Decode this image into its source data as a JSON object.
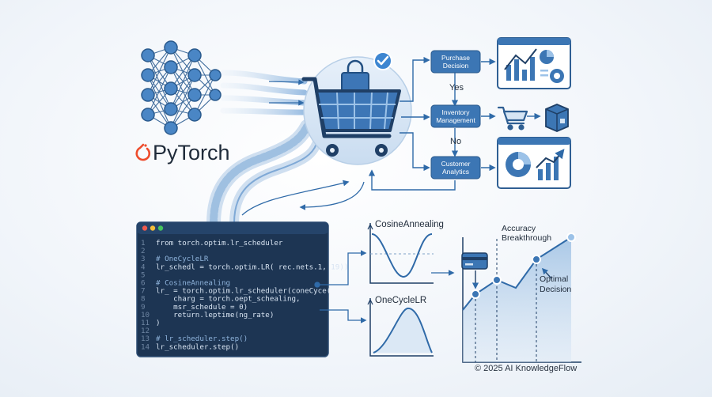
{
  "brand": {
    "name": "PyTorch",
    "accent": "#ee4c2c"
  },
  "colors": {
    "primary": "#2f6aa8",
    "dark": "#1e3550",
    "light": "#bcd3ea",
    "editor_bg": "#1d3553"
  },
  "icons": [
    "neural-network-icon",
    "shopping-cart-icon",
    "check-badge-icon",
    "shopping-bag-icon",
    "dashboard-icon",
    "small-cart-icon",
    "package-icon",
    "credit-card-icon",
    "pytorch-flame-icon"
  ],
  "flow": {
    "purchase_decision": [
      "Purchase",
      "Decision"
    ],
    "inventory_management": [
      "Inventory",
      "Management"
    ],
    "customer_analytics": [
      "Customer",
      "Analytics"
    ],
    "yes_label": "Yes",
    "no_label": "No"
  },
  "code": {
    "window_dots": [
      "#ef5b4f",
      "#f4bd3a",
      "#45c45d"
    ],
    "lines": [
      {
        "n": "1",
        "t": "from torch.optim.lr_scheduler",
        "cm": false
      },
      {
        "n": "2",
        "t": "",
        "cm": false
      },
      {
        "n": "3",
        "t": "# OneCycleLR",
        "cm": true
      },
      {
        "n": "4",
        "t": "lr_schedl = torch.optim.LR( rec.nets.1, 19))",
        "cm": false
      },
      {
        "n": "5",
        "t": "",
        "cm": false
      },
      {
        "n": "6",
        "t": "# CosineAnnealing",
        "cm": true
      },
      {
        "n": "7",
        "t": "lr_ = torch.optim.lr_scheduler(coneCyce(",
        "cm": false
      },
      {
        "n": "8",
        "t": "    charg = torch.oept_schealing,",
        "cm": false
      },
      {
        "n": "9",
        "t": "    msr_schedule = 0)",
        "cm": false
      },
      {
        "n": "10",
        "t": "    return.leptime(ng_rate)",
        "cm": false
      },
      {
        "n": "11",
        "t": ")",
        "cm": false
      },
      {
        "n": "12",
        "t": "",
        "cm": false
      },
      {
        "n": "13",
        "t": "# lr_scheduler.step()",
        "cm": true
      },
      {
        "n": "14",
        "t": "lr_scheduler.step()",
        "cm": false
      }
    ]
  },
  "schedules": {
    "cosine_label": "CosineAnnealing",
    "onecycle_label": "OneCycleLR"
  },
  "accuracy": {
    "breakthrough_label": [
      "Accuracy",
      "Breakthrough"
    ],
    "optimal_label": [
      "Optimal",
      "Decision"
    ]
  },
  "footer": {
    "copyright": "© 2025 AI KnowledgeFlow"
  }
}
